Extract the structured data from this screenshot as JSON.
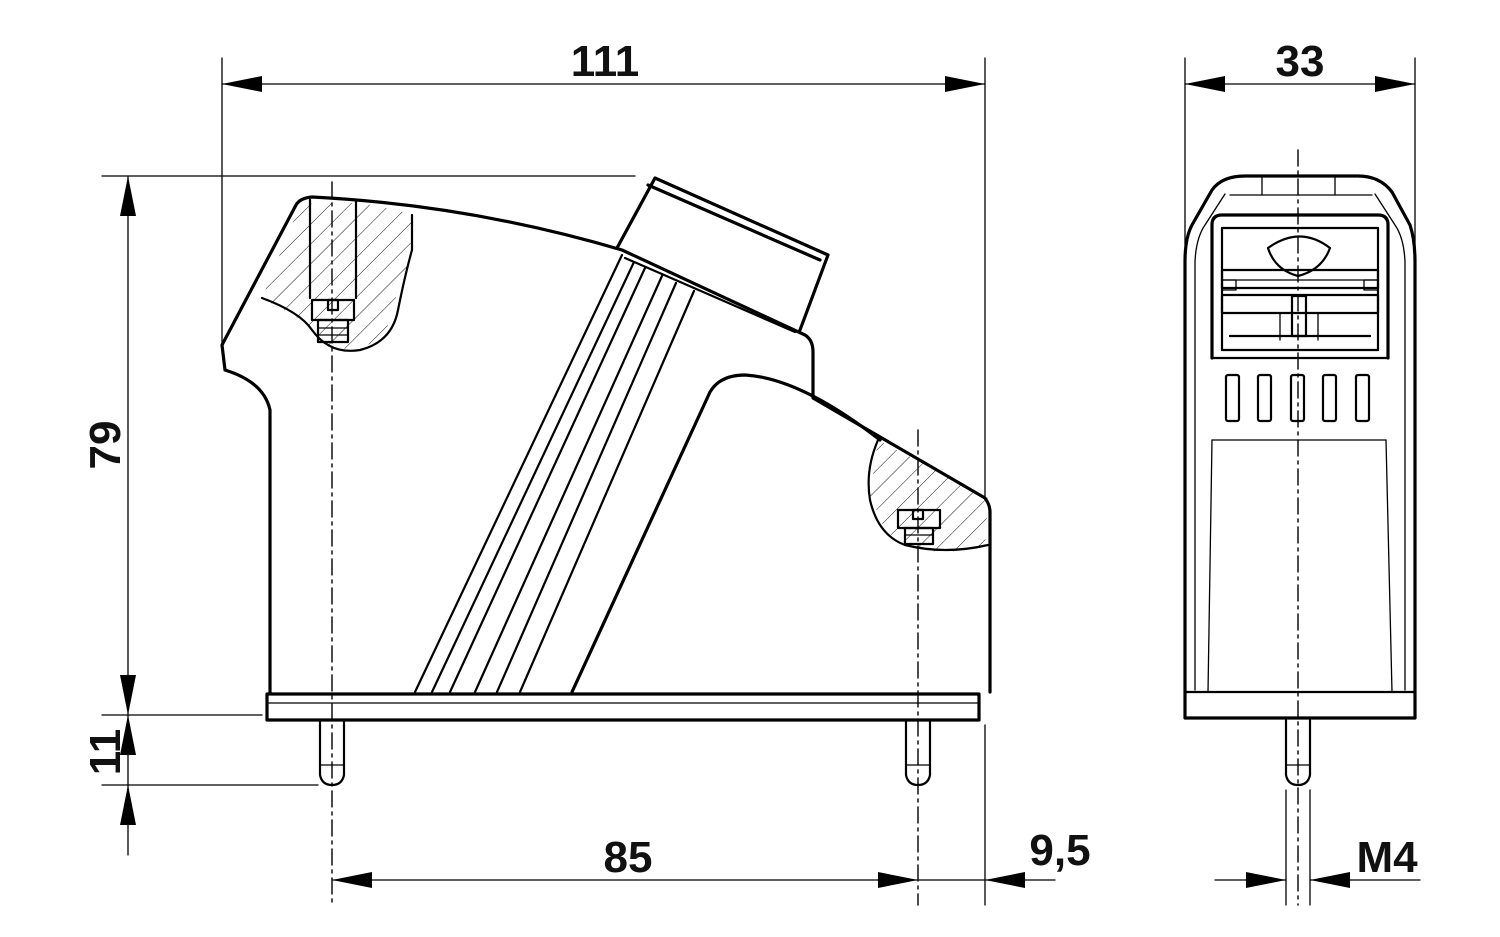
{
  "dimensions": {
    "overall_width": "111",
    "side_width": "33",
    "height": "79",
    "pin_length": "11",
    "screw_spacing": "85",
    "offset": "9,5",
    "thread": "M4"
  },
  "colors": {
    "line": "#000000",
    "background": "#ffffff"
  }
}
